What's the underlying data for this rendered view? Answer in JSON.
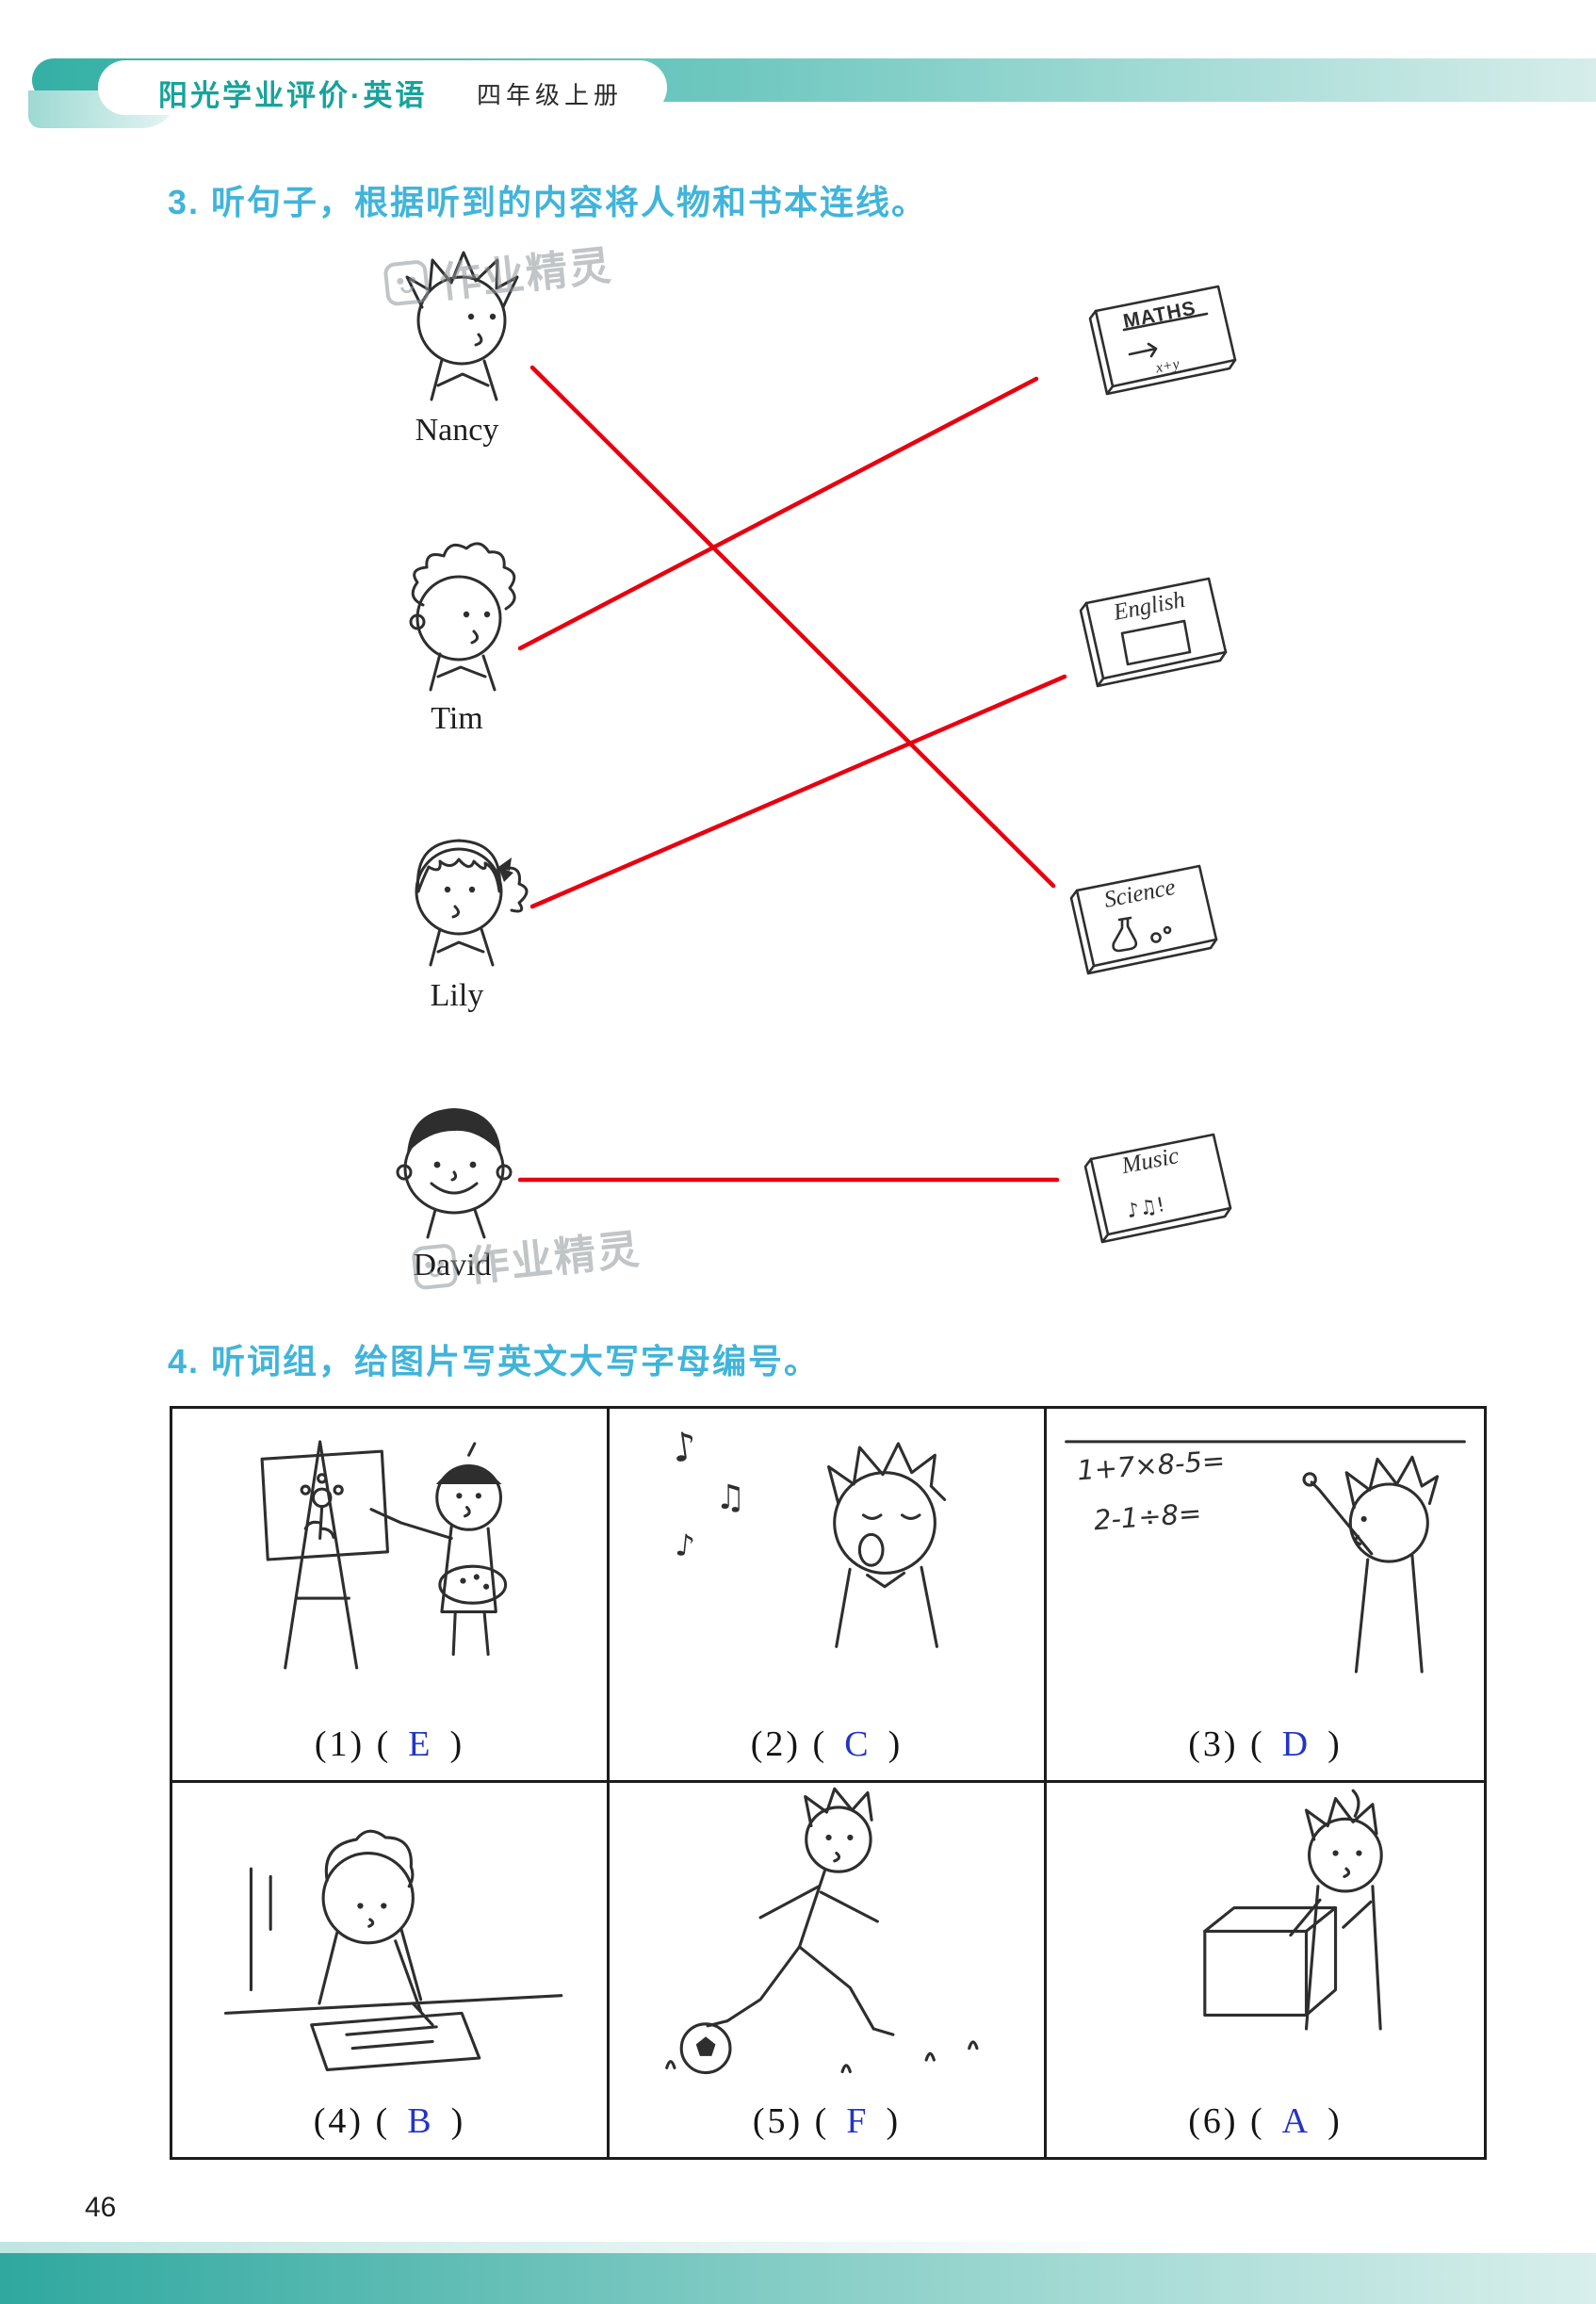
{
  "header": {
    "title": "阳光学业评价·英语",
    "subtitle": "四年级上册"
  },
  "watermark": {
    "text": "作业精灵"
  },
  "section3": {
    "number": "3.",
    "title": "听句子，根据听到的内容将人物和书本连线。",
    "people": [
      {
        "name": "Nancy"
      },
      {
        "name": "Tim"
      },
      {
        "name": "Lily"
      },
      {
        "name": "David"
      }
    ],
    "books": [
      {
        "label": "MATHS",
        "doodle": "x+y"
      },
      {
        "label": "English"
      },
      {
        "label": "Science"
      },
      {
        "label": "Music",
        "doodle": "♪♫!"
      }
    ],
    "connections": [
      {
        "from": "Nancy",
        "to": "Science"
      },
      {
        "from": "Tim",
        "to": "MATHS"
      },
      {
        "from": "Lily",
        "to": "English"
      },
      {
        "from": "David",
        "to": "Music"
      }
    ]
  },
  "section4": {
    "number": "4.",
    "title": "听词组，给图片写英文大写字母编号。",
    "notes": [
      "♪",
      "♫",
      "♪"
    ],
    "items": [
      {
        "label": "(1) (",
        "answer": "E",
        "close": ")"
      },
      {
        "label": "(2) (",
        "answer": "C",
        "close": ")"
      },
      {
        "label": "(3) (",
        "answer": "D",
        "close": ")",
        "equations": [
          "1+7×8-5=",
          "2-1÷8="
        ]
      },
      {
        "label": "(4) (",
        "answer": "B",
        "close": ")"
      },
      {
        "label": "(5) (",
        "answer": "F",
        "close": ")"
      },
      {
        "label": "(6) (",
        "answer": "A",
        "close": ")"
      }
    ]
  },
  "page_number": "46",
  "colors": {
    "accent_teal": "#2fa89f",
    "title_cyan": "#41b4da",
    "answer_blue": "#2334c4",
    "line_red": "#e8000f"
  }
}
